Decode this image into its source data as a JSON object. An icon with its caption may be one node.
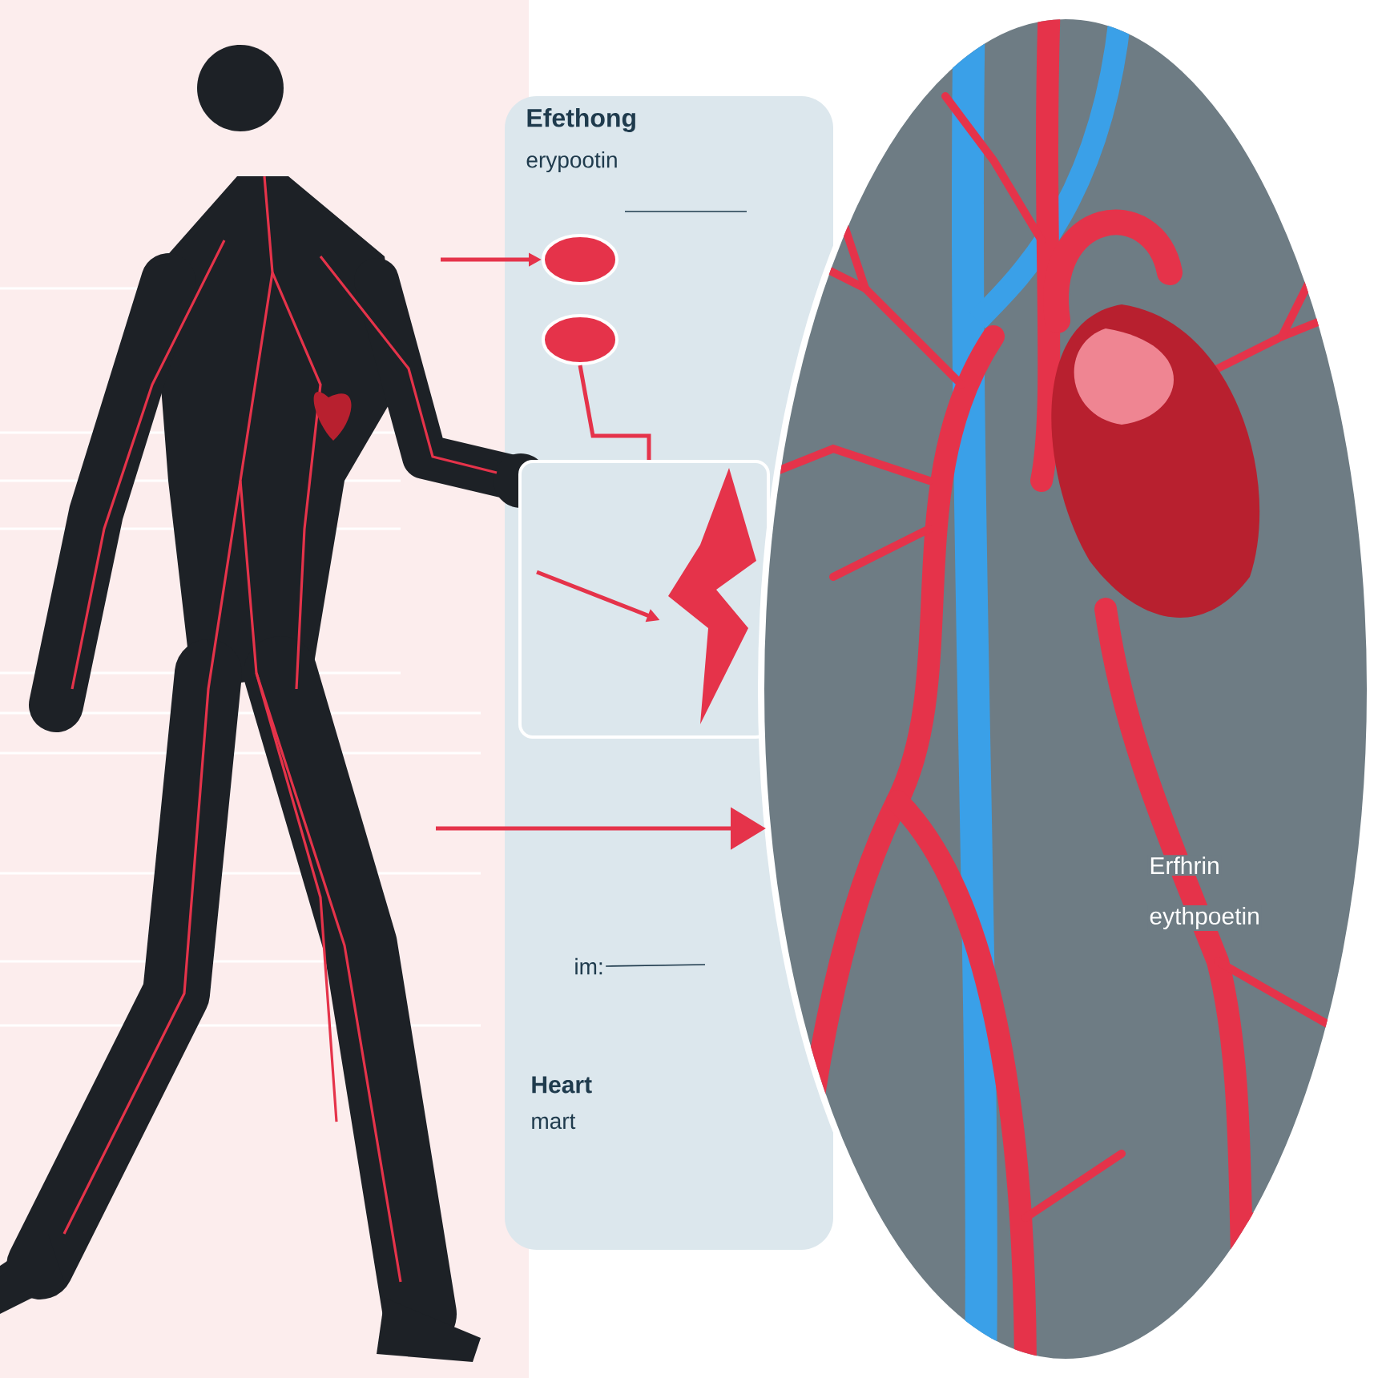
{
  "diagram": {
    "nodes": [
      {
        "text": [],
        "shape": "circle"
      },
      {
        "text": [],
        "shape": "circle"
      },
      {
        "text": [],
        "shape": "box"
      },
      {
        "text": [],
        "shape": "bolt",
        "in": 2
      },
      {
        "text": [],
        "shape": "picture"
      },
      {
        "text": [
          "im:"
        ]
      }
    ],
    "edges": [
      {
        "from": null,
        "to": 0,
        "arrow": "to"
      },
      {
        "from": 1,
        "to": 2,
        "arrow": "none"
      },
      {
        "from": null,
        "to": 3,
        "arrow": "to"
      },
      {
        "from": null,
        "to": 4,
        "arrow": "to"
      },
      {
        "from": 5,
        "to": null,
        "arrow": "none",
        "color": "#1f3b4d"
      }
    ],
    "labels": [
      "Efethong",
      "erypootin",
      "Erfhrin",
      "eythpoetin",
      "Heart",
      "mart"
    ]
  }
}
